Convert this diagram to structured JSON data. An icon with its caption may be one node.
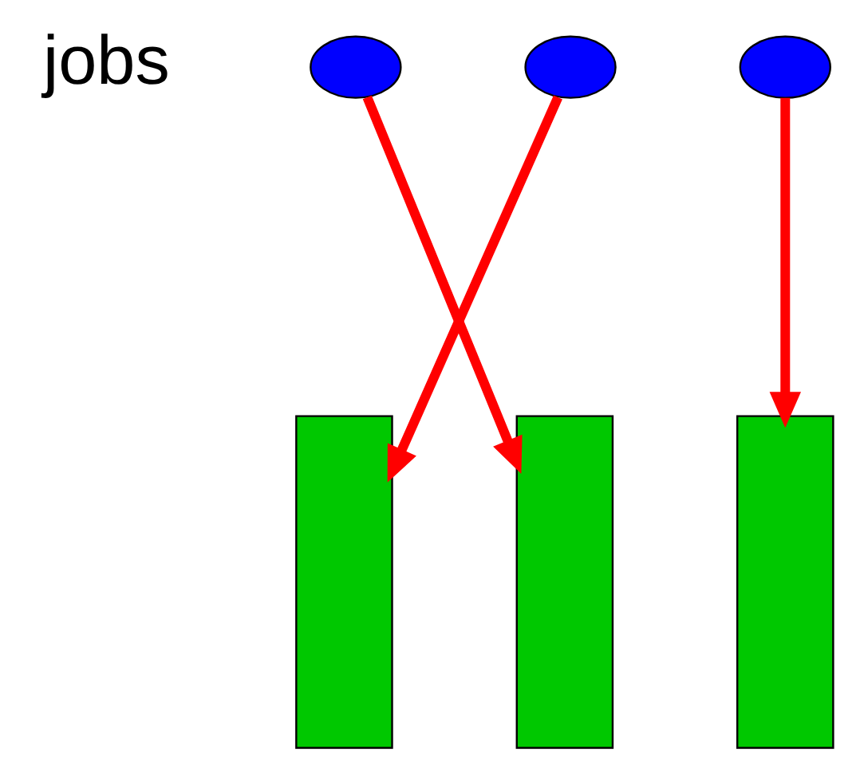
{
  "diagram": {
    "nodes": [
      {
        "text": [],
        "shape": "ellipse"
      },
      {
        "text": [],
        "shape": "ellipse"
      },
      {
        "text": [],
        "shape": "ellipse"
      },
      {
        "text": [],
        "shape": "bar"
      },
      {
        "text": [],
        "shape": "bar"
      },
      {
        "text": [],
        "shape": "bar"
      }
    ],
    "edges": [
      {
        "from": 0,
        "to": 4,
        "arrow": "to"
      },
      {
        "from": 1,
        "to": 3,
        "arrow": "to"
      },
      {
        "from": 2,
        "to": 5,
        "arrow": "to"
      }
    ],
    "labels": [
      "jobs"
    ]
  }
}
